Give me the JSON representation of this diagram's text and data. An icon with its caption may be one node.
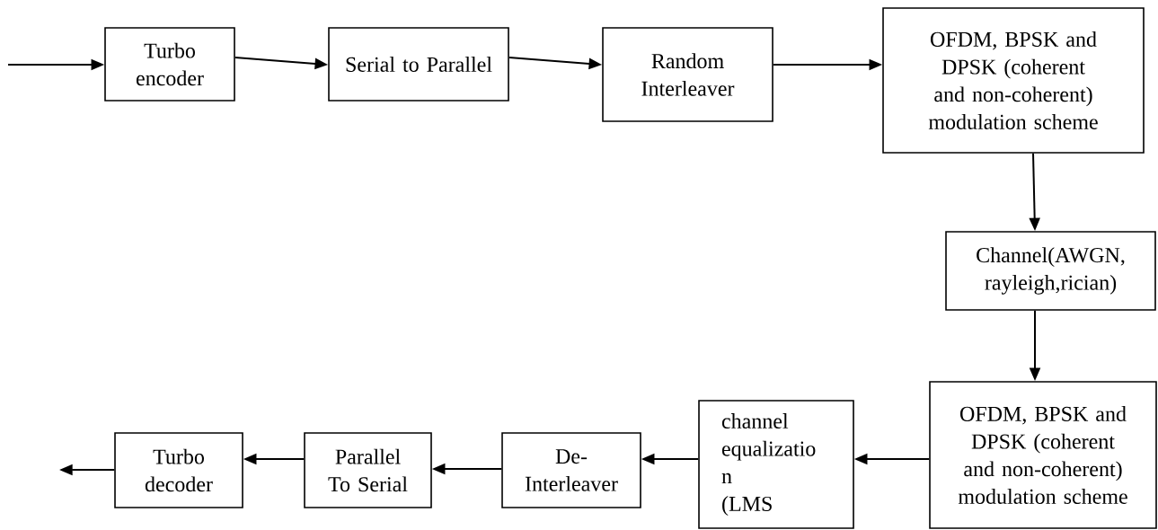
{
  "diagram": {
    "nodes": [
      {
        "text": [
          "Turbo encoder"
        ]
      },
      {
        "text": [
          "Serial to Parallel"
        ]
      },
      {
        "text": [
          "Random Interleaver"
        ]
      },
      {
        "text": [
          "OFDM, BPSK and DPSK (coherent and non-coherent) modulation scheme"
        ]
      },
      {
        "text": [
          "Channel(AWGN, rayleigh,rician)"
        ]
      },
      {
        "text": [
          "OFDM, BPSK and DPSK (coherent and non-coherent) modulation scheme"
        ]
      },
      {
        "text": [
          "channel equalizatio n",
          "(LMS"
        ]
      },
      {
        "text": [
          "De- Interleaver"
        ]
      },
      {
        "text": [
          "Parallel To Serial"
        ]
      },
      {
        "text": [
          "Turbo decoder"
        ]
      }
    ],
    "edges": [
      {
        "from": null,
        "to": 0,
        "arrow": "to"
      },
      {
        "from": 0,
        "to": 1,
        "arrow": "to"
      },
      {
        "from": 1,
        "to": 2,
        "arrow": "to"
      },
      {
        "from": 2,
        "to": 3,
        "arrow": "to"
      },
      {
        "from": 3,
        "to": 4,
        "arrow": "to"
      },
      {
        "from": 4,
        "to": 5,
        "arrow": "to"
      },
      {
        "from": 5,
        "to": 6,
        "arrow": "to"
      },
      {
        "from": 6,
        "to": 7,
        "arrow": "to"
      },
      {
        "from": 7,
        "to": 8,
        "arrow": "to"
      },
      {
        "from": 8,
        "to": 9,
        "arrow": "to"
      },
      {
        "from": 9,
        "to": null,
        "arrow": "to"
      }
    ]
  }
}
